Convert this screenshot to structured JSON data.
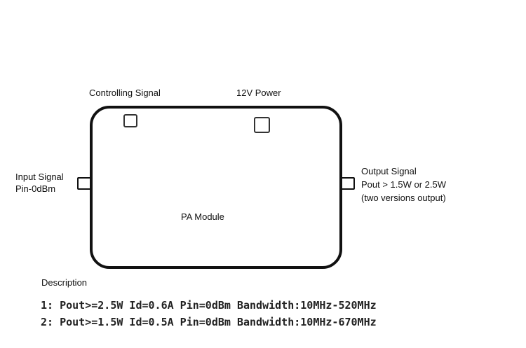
{
  "labels": {
    "controlling_signal": "Controlling Signal",
    "power": "12V Power",
    "input_signal": "Input Signal",
    "input_level": "Pin-0dBm",
    "output_signal": "Output Signal",
    "output_power": "Pout > 1.5W or 2.5W",
    "output_versions": "(two versions output)",
    "module": "PA Module"
  },
  "description": {
    "heading": "Description",
    "lines": [
      "1: Pout>=2.5W Id=0.6A Pin=0dBm Bandwidth:10MHz-520MHz",
      "2: Pout>=1.5W Id=0.5A Pin=0dBm Bandwidth:10MHz-670MHz"
    ]
  }
}
